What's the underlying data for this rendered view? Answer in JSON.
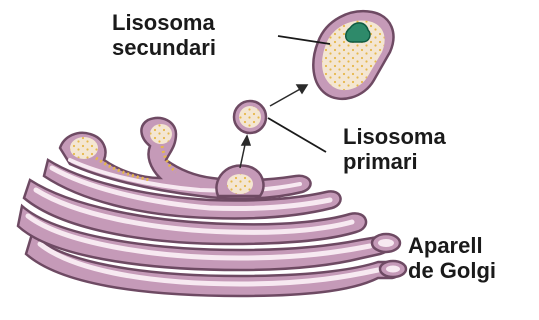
{
  "labels": {
    "secondary_lysosome": {
      "line1": "Lisosoma",
      "line2": "secundari"
    },
    "primary_lysosome": {
      "line1": "Lisosoma",
      "line2": "primari"
    },
    "golgi_apparatus": {
      "line1": "Aparell",
      "line2": "de Golgi"
    }
  },
  "colors": {
    "membrane_outer": "#6e4a63",
    "membrane_fill": "#c59ab8",
    "lumen": "#f4e6d2",
    "granules": "#e6b84a",
    "cisterna_inner": "#f7e9f1",
    "engulfed_particle": "#2e8a6a",
    "engulfed_halo": "#0f5a42",
    "text": "#1a1a1a"
  }
}
